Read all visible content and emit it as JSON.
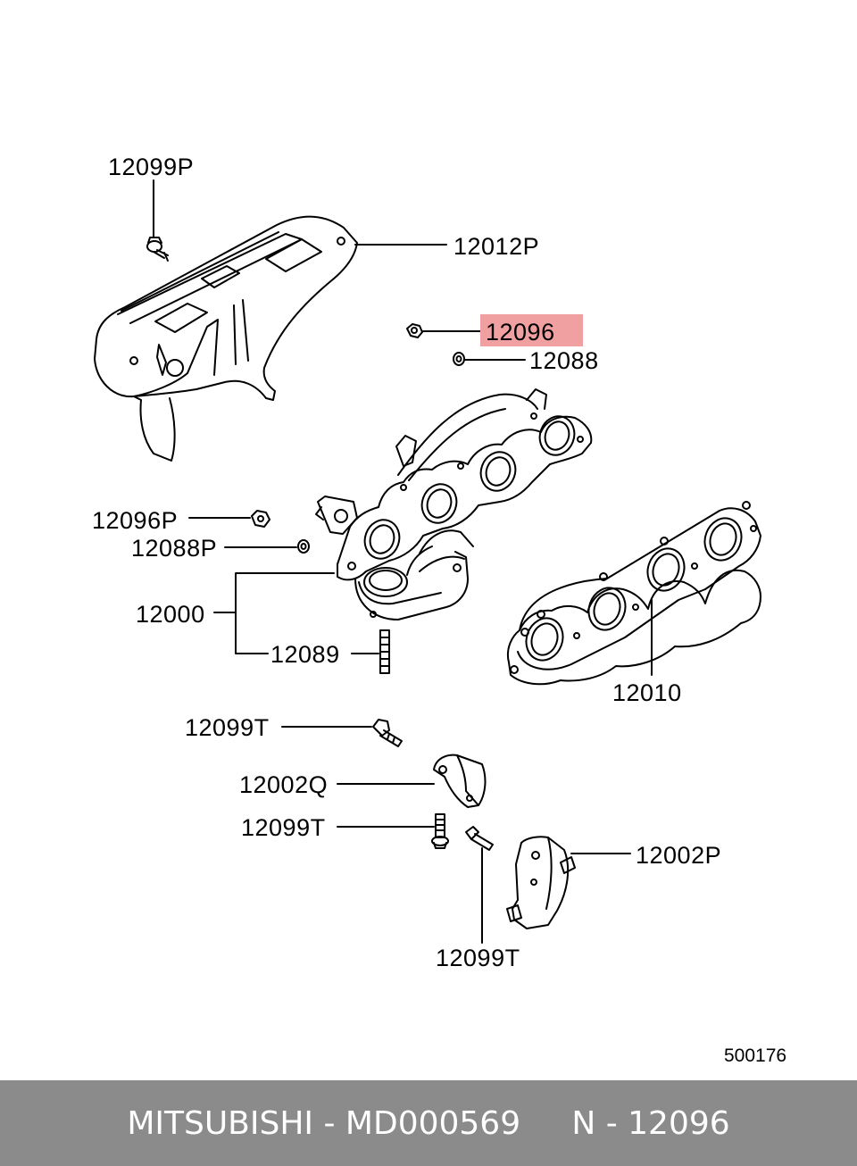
{
  "diagram": {
    "callouts": {
      "p12099P": "12099P",
      "p12012P": "12012P",
      "p12096": "12096",
      "p12088": "12088",
      "p12096P": "12096P",
      "p12088P": "12088P",
      "p12000": "12000",
      "p12089": "12089",
      "p12010": "12010",
      "p12099T_a": "12099T",
      "p12002Q": "12002Q",
      "p12099T_b": "12099T",
      "p12002P": "12002P",
      "p12099T_c": "12099T"
    },
    "highlighted_part": "12096",
    "highlight_color": "#f0a0a0",
    "document_number": "500176"
  },
  "footer": {
    "text": "MITSUBISHI - MD000569     N - 12096",
    "background": "#8b8b8b",
    "color": "#ffffff"
  }
}
